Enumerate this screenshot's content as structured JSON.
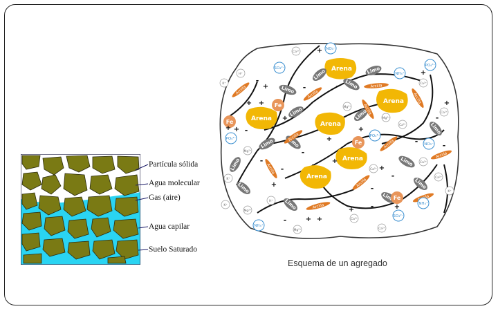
{
  "pore_diagram": {
    "labels": {
      "solid_particle": "Partícula sólida",
      "molecular_water": "Agua molecular",
      "gas": "Gas (aire)",
      "capillary_water": "Agua capilar",
      "saturated_soil": "Suelo Saturado"
    },
    "colors": {
      "particle": "#7a7a14",
      "water": "#2ad4f2",
      "pore": "#ffffff"
    }
  },
  "aggregate_diagram": {
    "caption": "Esquema de un agregado",
    "labels": {
      "sand": "Arena",
      "silt": "Limo",
      "clay": "Arcilla",
      "iron": "Fe",
      "nitrate": "NO₃⁻",
      "sulfate": "SO₄²⁻",
      "ammonium": "NH₄⁺",
      "phosphate": "PO₄³⁻",
      "calcium": "Ca²⁺",
      "magnesium": "Mg²⁺",
      "potassium": "K⁺",
      "hydrogen": "H⁺",
      "plus": "+",
      "minus": "-"
    },
    "colors": {
      "sand": "#f2b705",
      "silt": "#777777",
      "clay": "#e07a24",
      "iron": "#e8955a",
      "ion": "#3a8fd0"
    }
  }
}
